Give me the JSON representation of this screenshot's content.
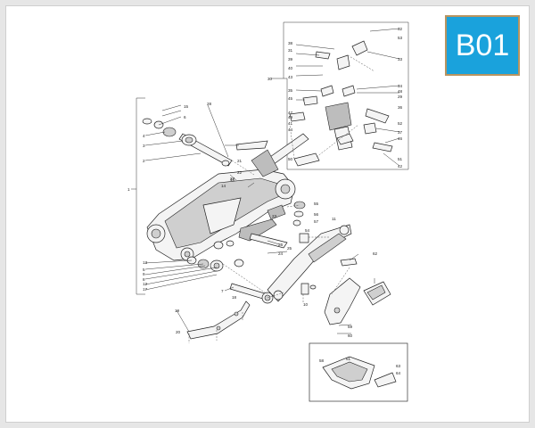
{
  "badge": {
    "label": "B01",
    "bg_color": "#1aa2dc",
    "border_color": "#b89460"
  },
  "diagram": {
    "labels": {
      "l1": "1",
      "l2": "2",
      "l3": "3",
      "l4": "4",
      "l5": "5",
      "l6": "6",
      "l7": "7",
      "l8": "8",
      "l9": "9",
      "l10": "10",
      "l11": "11",
      "l12": "12",
      "l13": "13",
      "l14": "14",
      "l15": "15",
      "l16": "16",
      "l17": "17",
      "l18": "18",
      "l19": "19",
      "l20": "20",
      "l21": "21",
      "l22": "22",
      "l23": "23",
      "l24": "24",
      "l25": "25",
      "l26": "26",
      "l27": "27",
      "l28": "28",
      "l29": "29",
      "l30": "30",
      "l31": "31",
      "l32": "32",
      "l33": "33",
      "l34": "34",
      "l35": "35",
      "l36": "36",
      "l37": "37",
      "l38": "38",
      "l39": "39",
      "l40": "40",
      "l41": "41",
      "l42": "42",
      "l43": "43",
      "l44": "44",
      "l45": "45",
      "l46": "46",
      "l47": "47",
      "l48": "48",
      "l49": "49",
      "l50": "50",
      "l51": "51",
      "l52": "52",
      "l53": "53",
      "l54": "54",
      "l55": "55",
      "l56": "56",
      "l57": "57",
      "l58": "58",
      "l59": "59",
      "l60": "60",
      "l61": "61",
      "l62": "62",
      "l63": "63",
      "l64": "64"
    }
  }
}
